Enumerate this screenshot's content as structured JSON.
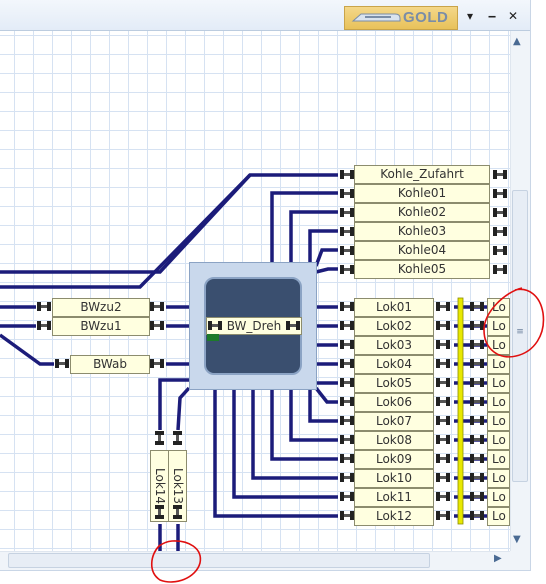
{
  "window": {
    "badge_text": "GOLD",
    "controls": {
      "menu": "▾",
      "minimize": "‒",
      "close": "✕"
    }
  },
  "colors": {
    "track": "#1c1c7a",
    "label_bg": "#ffffe0",
    "grid": "#d6e2f2",
    "turntable": "#c9d8ec",
    "annotation": "#e01010",
    "buffer_bar": "#e8e800"
  },
  "layout": {
    "coal_tracks": [
      "Kohle_Zufahrt",
      "Kohle01",
      "Kohle02",
      "Kohle03",
      "Kohle04",
      "Kohle05"
    ],
    "entry_tracks": [
      "BWzu2",
      "BWzu1",
      "BWab"
    ],
    "turntable_label": "BW_Dreh",
    "loco_tracks": [
      "Lok01",
      "Lok02",
      "Lok03",
      "Lok04",
      "Lok05",
      "Lok06",
      "Lok07",
      "Lok08",
      "Lok09",
      "Lok10",
      "Lok11",
      "Lok12"
    ],
    "vertical_tracks": [
      "Lok14",
      "Lok13"
    ],
    "cut_labels": [
      "Lo",
      "Lo",
      "Lo",
      "Lo",
      "Lo",
      "Lo",
      "Lo",
      "Lo",
      "Lo",
      "Lo",
      "Lo",
      "Lo"
    ]
  },
  "scrollbars": {
    "vertical_grip": "≡"
  }
}
